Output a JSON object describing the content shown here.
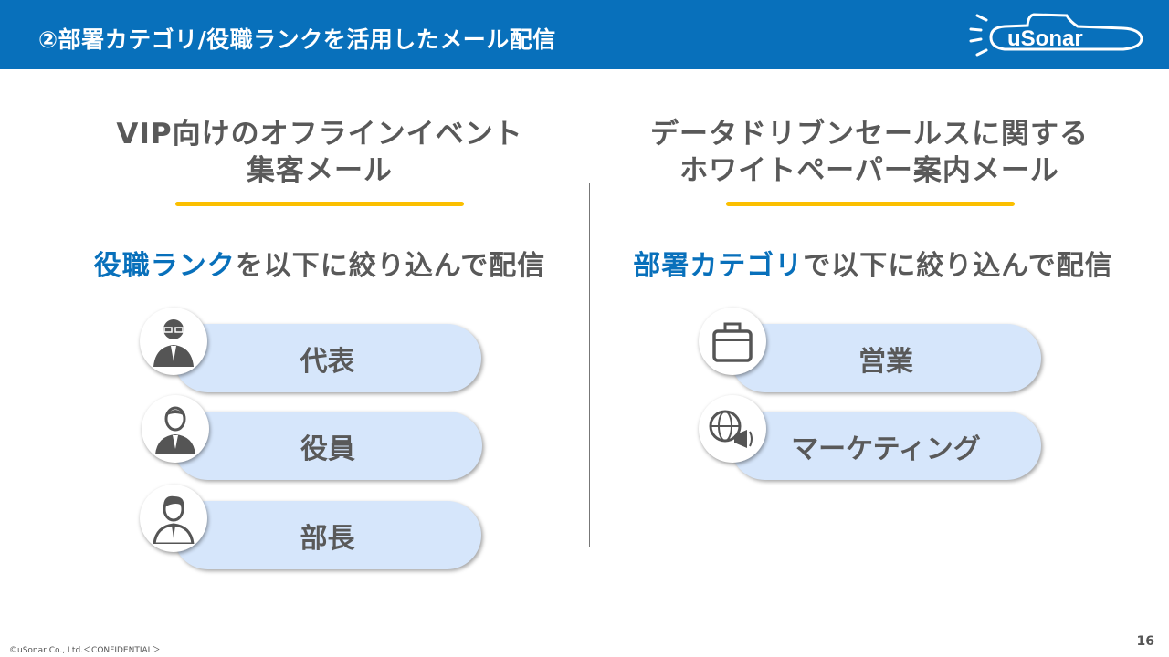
{
  "header": {
    "title": "②部署カテゴリ/役職ランクを活用したメール配信",
    "logo_text": "uSonar"
  },
  "left": {
    "title_line1": "VIP向けのオフラインイベント",
    "title_line2": "集客メール",
    "sub_highlight": "役職ランク",
    "sub_rest": "を以下に絞り込んで配信",
    "items": [
      {
        "label": "代表",
        "icon": "executive-icon"
      },
      {
        "label": "役員",
        "icon": "officer-icon"
      },
      {
        "label": "部長",
        "icon": "manager-icon"
      }
    ]
  },
  "right": {
    "title_line1": "データドリブンセールスに関する",
    "title_line2": "ホワイトペーパー案内メール",
    "sub_highlight": "部署カテゴリ",
    "sub_rest": "で以下に絞り込んで配信",
    "items": [
      {
        "label": "営業",
        "icon": "bag-icon"
      },
      {
        "label": "マーケティング",
        "icon": "globe-megaphone-icon"
      }
    ]
  },
  "footer": {
    "copyright": "©uSonar Co., Ltd.＜CONFIDENTIAL＞",
    "page_number": "16"
  },
  "colors": {
    "brand": "#0870bb",
    "accent": "#fbbf00",
    "pill": "#d6e6fb"
  }
}
